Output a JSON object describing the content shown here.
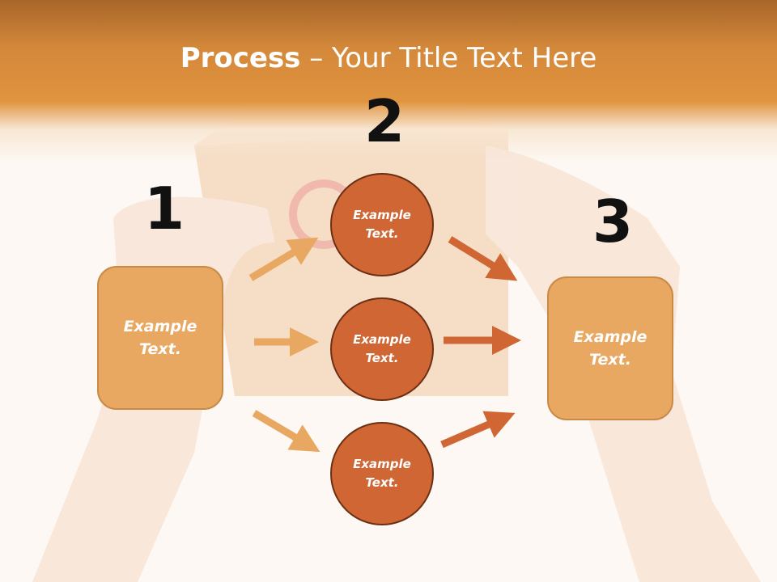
{
  "title": {
    "bold": "Process",
    "rest": " – Your Title Text Here"
  },
  "numbers": [
    "1",
    "2",
    "3"
  ],
  "left_box": {
    "line1": "Example",
    "line2": "Text."
  },
  "right_box": {
    "line1": "Example",
    "line2": "Text."
  },
  "circles": [
    {
      "line1": "Example",
      "line2": "Text."
    },
    {
      "line1": "Example",
      "line2": "Text."
    },
    {
      "line1": "Example",
      "line2": "Text."
    }
  ],
  "colors": {
    "header": "#e0943f",
    "box_fill": "#e9a862",
    "circle_fill": "#cf6633",
    "arrow_light": "#e9a862",
    "arrow_dark": "#cf6633"
  },
  "icons": [
    "arrow-right-icon"
  ]
}
